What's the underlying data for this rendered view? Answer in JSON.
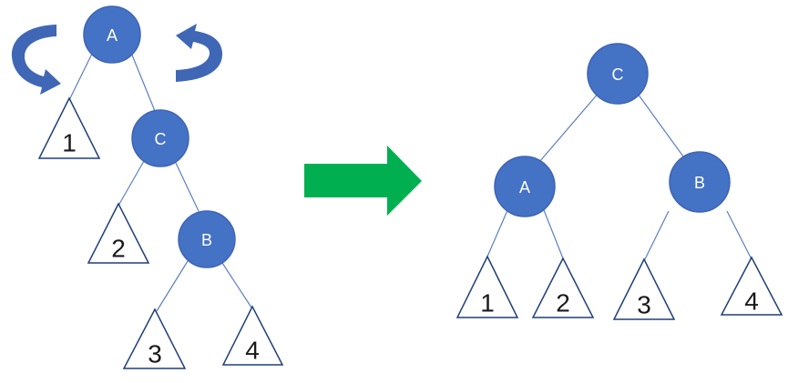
{
  "colors": {
    "node_fill": "#4472c4",
    "edge": "#5b7fc4",
    "triangle_stroke": "#1f3f7a",
    "rotation_arrow": "#3f67b5",
    "transform_arrow": "#00b050"
  },
  "before_tree": {
    "nodes": {
      "a": "A",
      "c": "C",
      "b": "B"
    },
    "subtrees": {
      "s1": "1",
      "s2": "2",
      "s3": "3",
      "s4": "4"
    }
  },
  "after_tree": {
    "nodes": {
      "c": "C",
      "a": "A",
      "b": "B"
    },
    "subtrees": {
      "s1": "1",
      "s2": "2",
      "s3": "3",
      "s4": "4"
    }
  },
  "icons": {
    "left_rotation": "curved-arrow-counterclockwise-icon",
    "right_rotation": "curved-arrow-clockwise-icon",
    "transform": "right-arrow-icon"
  }
}
